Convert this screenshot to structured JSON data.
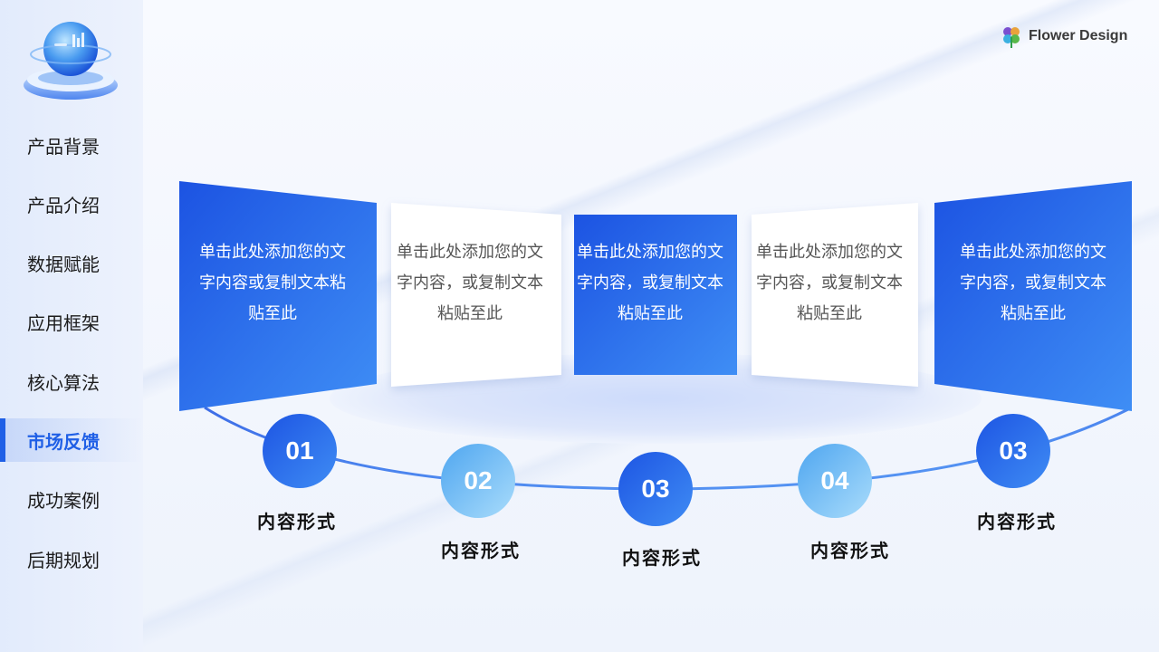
{
  "brand": {
    "logo_text": "Flower Design"
  },
  "sidebar": {
    "items": [
      {
        "label": "产品背景",
        "active": false
      },
      {
        "label": "产品介绍",
        "active": false
      },
      {
        "label": "数据赋能",
        "active": false
      },
      {
        "label": "应用框架",
        "active": false
      },
      {
        "label": "核心算法",
        "active": false
      },
      {
        "label": "市场反馈",
        "active": true
      },
      {
        "label": "成功案例",
        "active": false
      },
      {
        "label": "后期规划",
        "active": false
      }
    ]
  },
  "cards": [
    {
      "text": "单击此处添加您的文字内容或复制文本粘贴至此",
      "style": "blue",
      "number": "01",
      "caption": "内容形式"
    },
    {
      "text": "单击此处添加您的文字内容，或复制文本粘贴至此",
      "style": "white",
      "number": "02",
      "caption": "内容形式"
    },
    {
      "text": "单击此处添加您的文字内容，或复制文本粘贴至此",
      "style": "blue",
      "number": "03",
      "caption": "内容形式"
    },
    {
      "text": "单击此处添加您的文字内容，或复制文本粘贴至此",
      "style": "white",
      "number": "04",
      "caption": "内容形式"
    },
    {
      "text": "单击此处添加您的文字内容，或复制文本粘贴至此",
      "style": "blue",
      "number": "03",
      "caption": "内容形式"
    }
  ],
  "colors": {
    "accent": "#1f5fe6",
    "accent_light": "#8cc8f4",
    "sidebar_bg": "#e2ebfc"
  }
}
